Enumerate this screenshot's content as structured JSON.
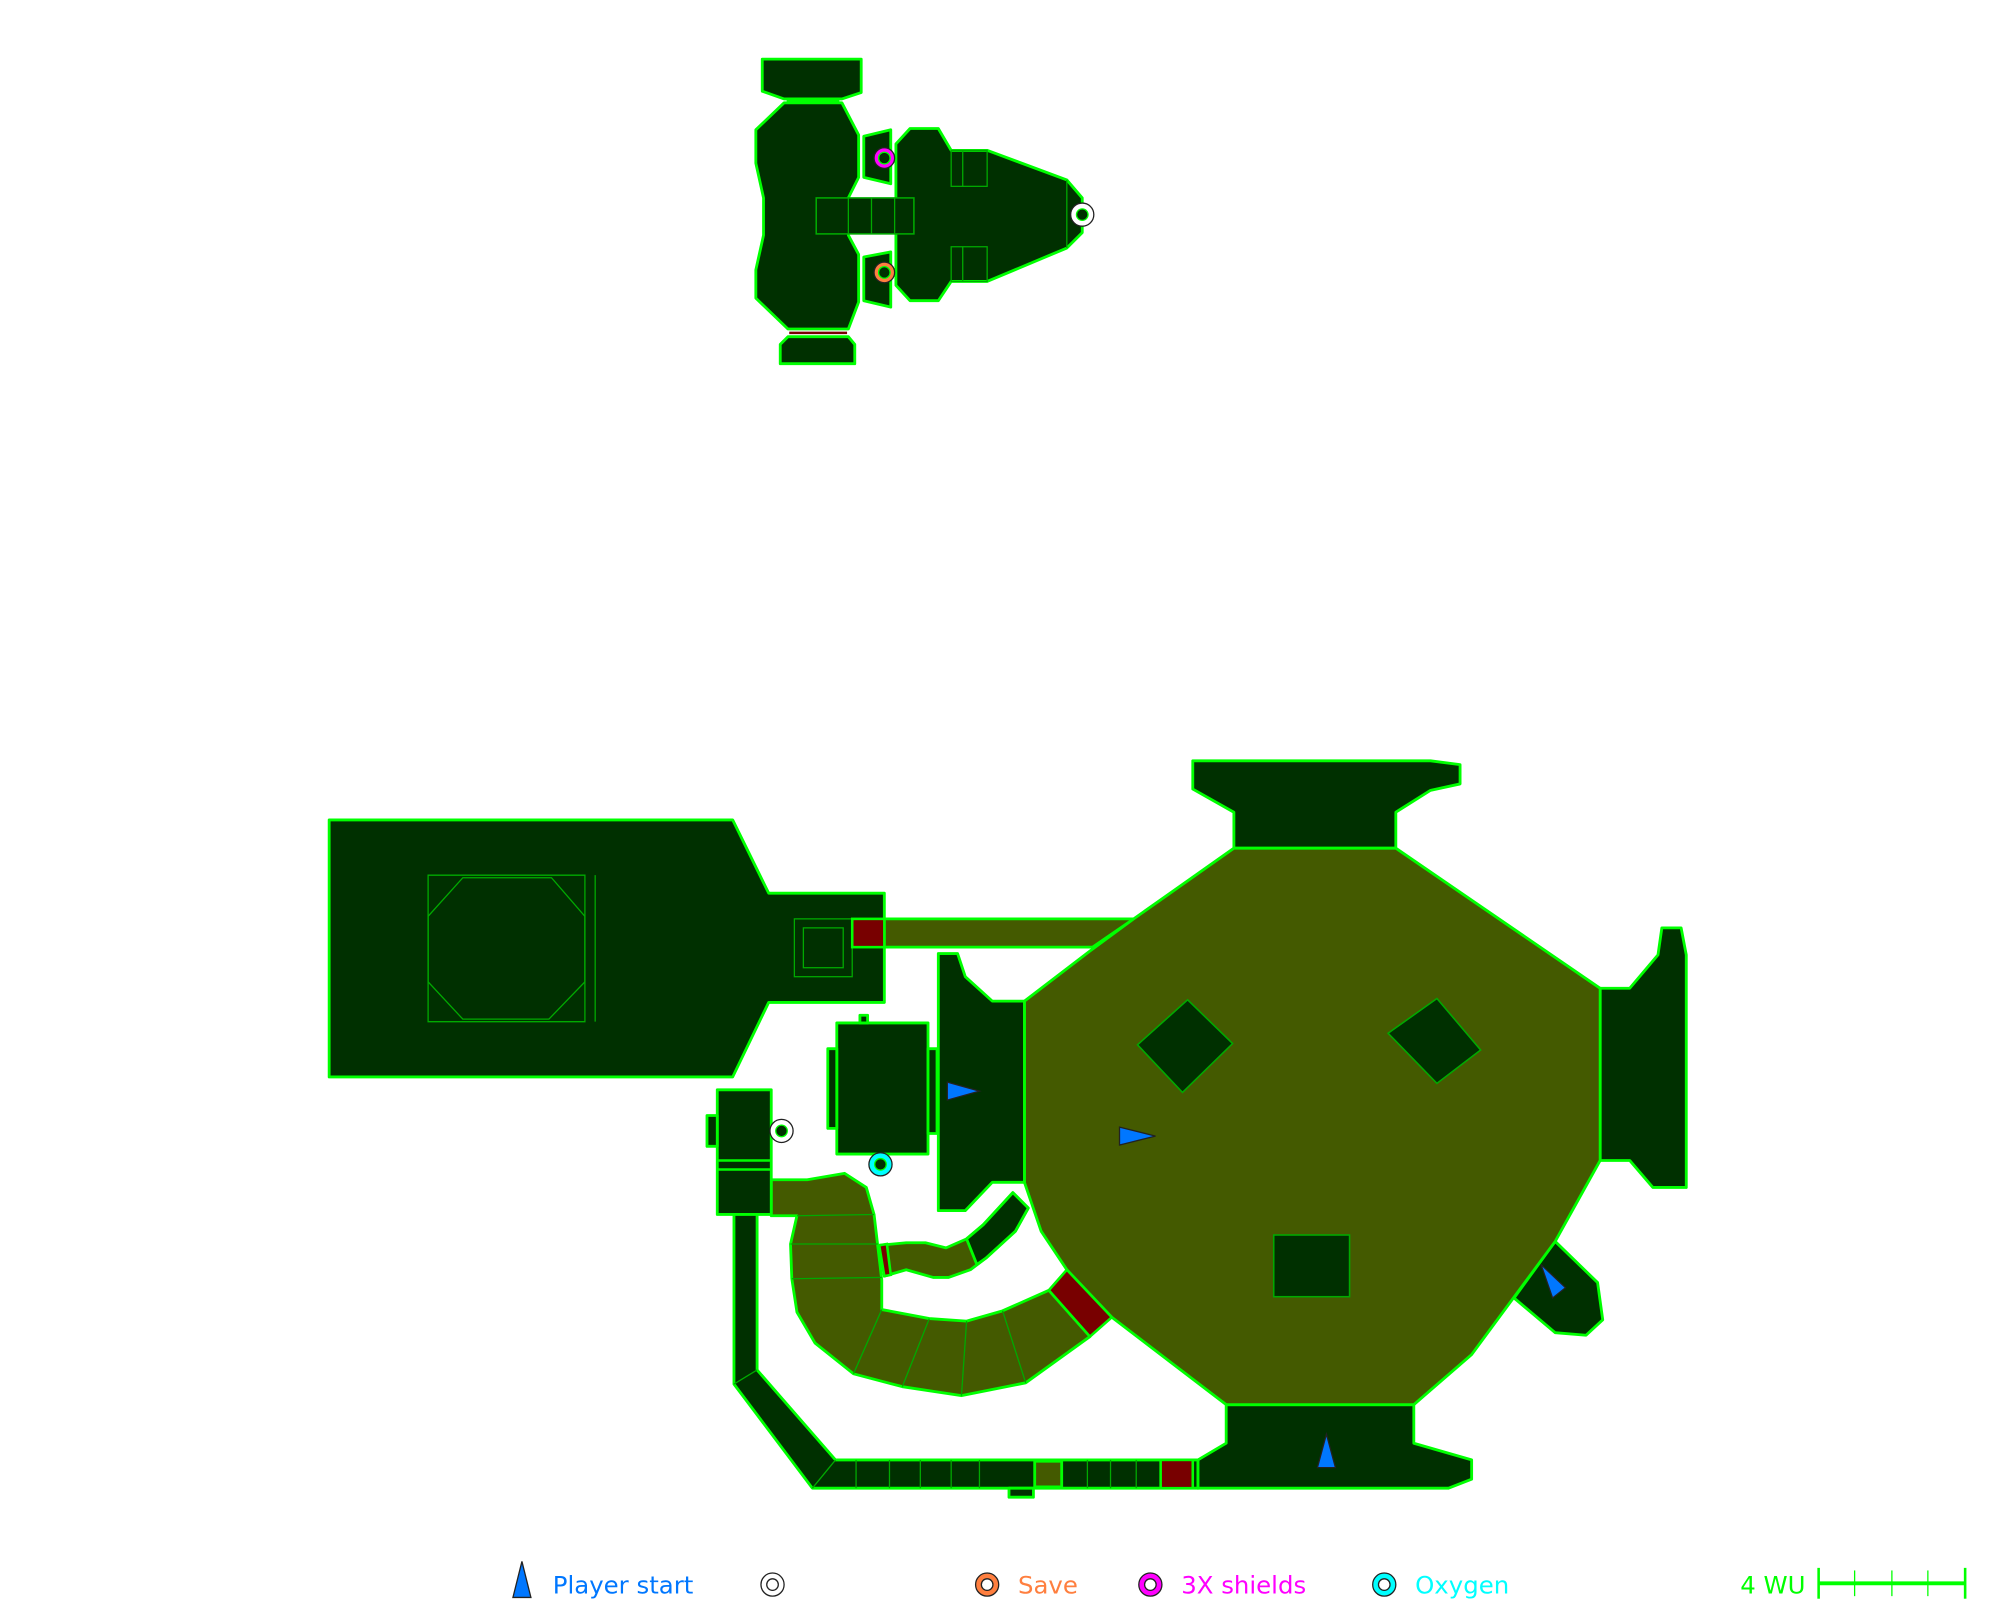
{
  "legend": {
    "player_start": "Player start",
    "unlabeled_item": "",
    "save": "Save",
    "shields": "3X shields",
    "oxygen": "Oxygen",
    "scale": "4 WU"
  },
  "colors": {
    "floor": "#003000",
    "liquid_floor": "#445a00",
    "wall": "#00ff00",
    "door": "#780000",
    "player_start": "#0077ff",
    "save": "#ff7f3f",
    "shields": "#ff00ff",
    "oxygen": "#00ffff"
  }
}
